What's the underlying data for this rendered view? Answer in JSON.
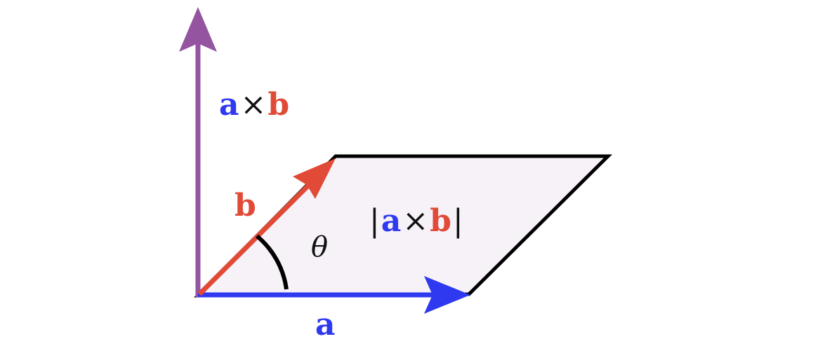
{
  "colors": {
    "background": "#ffffff",
    "parallelogram_fill": "#f7f2f8",
    "parallelogram_stroke": "#000000",
    "vector_a": "#2f39f0",
    "vector_b": "#e04a36",
    "cross_product": "#9454a0",
    "angle_arc": "#000000",
    "text": "#111111"
  },
  "labels": {
    "cross_product": {
      "a": "a",
      "op": "×",
      "b": "b"
    },
    "vector_b": "b",
    "vector_a": "a",
    "angle": "θ",
    "magnitude": {
      "open": "|",
      "a": "a",
      "op": "×",
      "b": "b",
      "close": "|"
    }
  }
}
